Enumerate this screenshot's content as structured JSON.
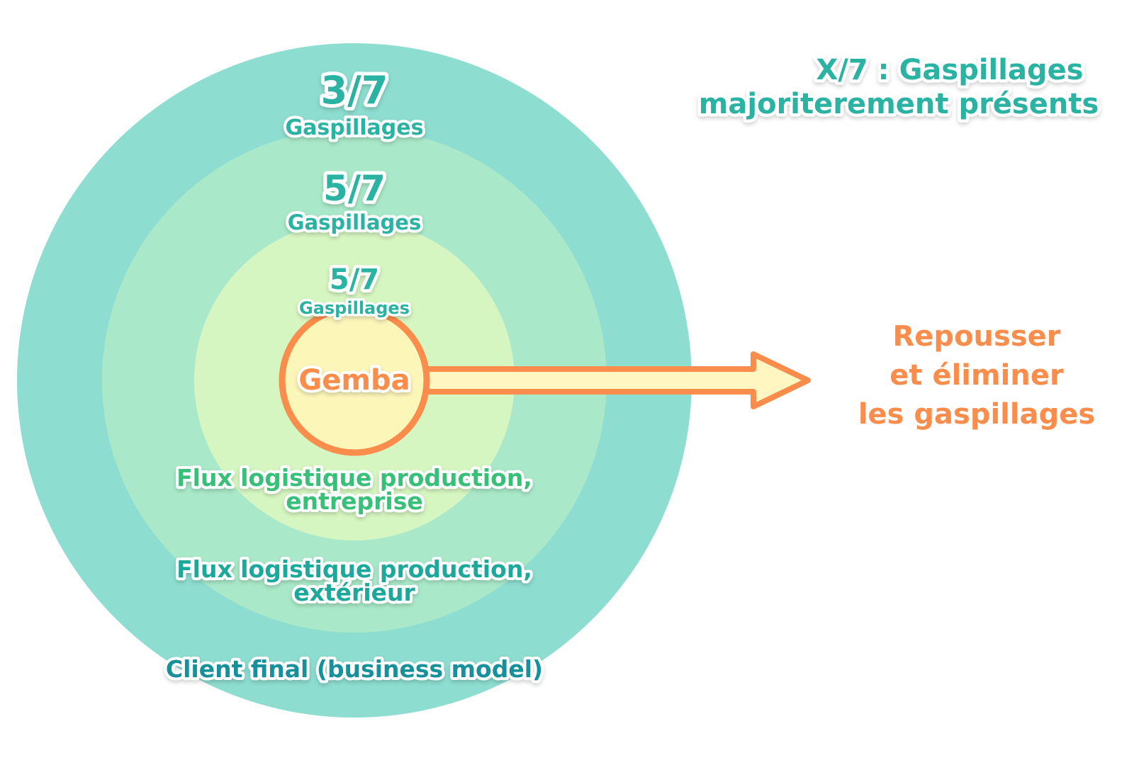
{
  "legend": {
    "line1": "X/7 : Gaspillages",
    "line2": "majoriterement présents"
  },
  "rings": {
    "outer": {
      "fraction": "3/7",
      "label": "Gaspillages",
      "name": "Client final (business model)"
    },
    "middle": {
      "fraction": "5/7",
      "label": "Gaspillages",
      "name_line1": "Flux logistique production,",
      "name_line2": "extérieur"
    },
    "inner": {
      "fraction": "5/7",
      "label": "Gaspillages",
      "name_line1": "Flux logistique production,",
      "name_line2": "entreprise"
    },
    "core": {
      "name": "Gemba"
    }
  },
  "action": {
    "line1": "Repousser",
    "line2": "et éliminer",
    "line3": "les gaspillages"
  },
  "colors": {
    "outer_ring": "#8dddd0",
    "middle_ring": "#a9e9c9",
    "inner_ring": "#d6f6c1",
    "core_fill": "#fdf6b9",
    "orange": "#fb8d4c",
    "teal_text": "#2ab2a2",
    "green_text": "#39c079",
    "dark_teal_text": "#14919b",
    "arrow_fill": "#fff6c2"
  }
}
